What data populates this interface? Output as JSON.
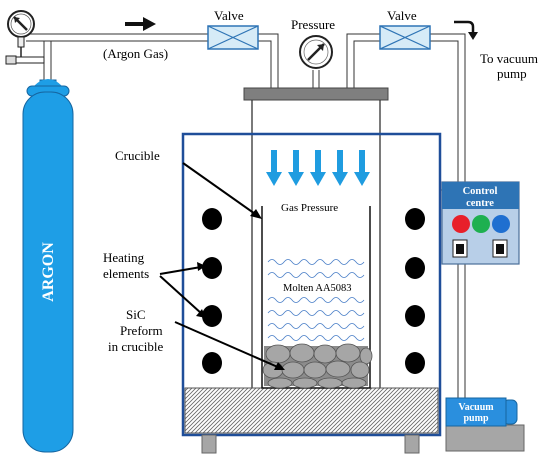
{
  "labels": {
    "argon_gas": "(Argon Gas)",
    "valve_left": "Valve",
    "valve_right": "Valve",
    "pressure": "Pressure",
    "to_vacuum_line1": "To vacuum",
    "to_vacuum_line2": "pump",
    "argon": "ARGON",
    "crucible": "Crucible",
    "gas_pressure": "Gas Pressure",
    "heating_line1": "Heating",
    "heating_line2": "elements",
    "sic_line1": "SiC",
    "sic_line2": "Preform",
    "sic_line3": "in crucible",
    "molten": "Molten AA5083",
    "control_line1": "Control",
    "control_line2": "centre",
    "vacuum_pump_line1": "Vacuum",
    "vacuum_pump_line2": "pump"
  },
  "colors": {
    "cylinder": "#1e9ee6",
    "furnace_outline": "#1f4e99",
    "arrow_blue": "#1f9ce0",
    "valve_fill": "#d6ebf7",
    "valve_stroke": "#2e74b5",
    "control_panel": "#b8cfe8",
    "button_red": "#e8202a",
    "button_green": "#1eb050",
    "button_blue": "#1f6fd0",
    "vacuum_pump": "#2a8fde",
    "ball_gray": "#a6a6a6",
    "wave_blue": "#4a7fc8"
  }
}
